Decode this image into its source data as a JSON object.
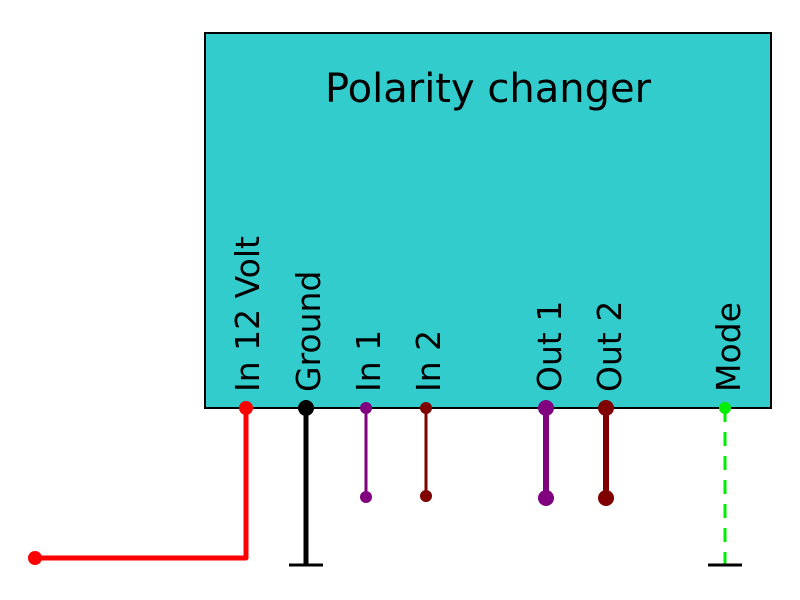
{
  "diagram": {
    "title": "Polarity changer",
    "box_color": "#33cccc",
    "pins": [
      {
        "id": "in12",
        "label": "In 12 Volt",
        "color": "#ff0000",
        "termination": "wire-to-left"
      },
      {
        "id": "ground",
        "label": "Ground",
        "color": "#000000",
        "termination": "ground-symbol"
      },
      {
        "id": "in1",
        "label": "In 1",
        "color": "#800080",
        "termination": "open-end"
      },
      {
        "id": "in2",
        "label": "In 2",
        "color": "#800000",
        "termination": "open-end"
      },
      {
        "id": "out1",
        "label": "Out 1",
        "color": "#800080",
        "termination": "open-end"
      },
      {
        "id": "out2",
        "label": "Out 2",
        "color": "#800000",
        "termination": "open-end"
      },
      {
        "id": "mode",
        "label": "Mode",
        "color": "#00ee00",
        "termination": "ground-symbol",
        "line_style": "dashed"
      }
    ]
  }
}
